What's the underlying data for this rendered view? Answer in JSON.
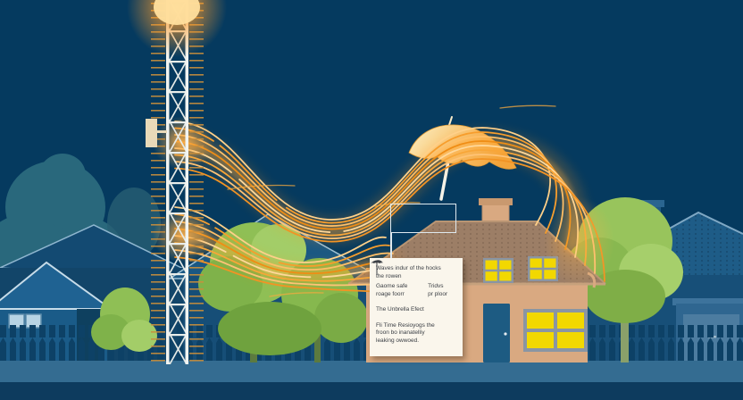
{
  "illustration": {
    "alt": "Night scene: a glowing transmission tower beams orange waves toward a house; an umbrella deflects the waves"
  },
  "label_box": {
    "text": ""
  },
  "card": {
    "line1": "Waves indur of the hocks",
    "line2": "the rowen",
    "left_top": "Gaome safe",
    "left_bottom": "roage foorr",
    "right_top": "Tridvs",
    "right_bottom": "pr ploor",
    "heading": "The Unbrella Efect",
    "body_line1": "Fli Time Resioyogs the",
    "body_line2": "froon bo inanatelliy",
    "body_line3": "leaking owwoed."
  },
  "icons": {
    "umbrella_small": "umbrella-sketch",
    "umbrella_large": "golden-umbrella"
  },
  "colors": {
    "sky": "#053a5f",
    "wave_orange": "#f79d2c",
    "wave_glow": "#ff9416",
    "house_wall": "#d9a981",
    "house_roof": "#9c7e66",
    "window_yellow": "#f2d800",
    "door_blue": "#1d5b82",
    "card_bg": "#faf6ec",
    "ground": "#346c91",
    "ground_dark": "#0d3b5e",
    "tree_green": "#8fbf55",
    "silhouette_blue": "#15527c",
    "tower_white": "#f1f4f1",
    "umbrella_gold": "#f5b04a"
  }
}
